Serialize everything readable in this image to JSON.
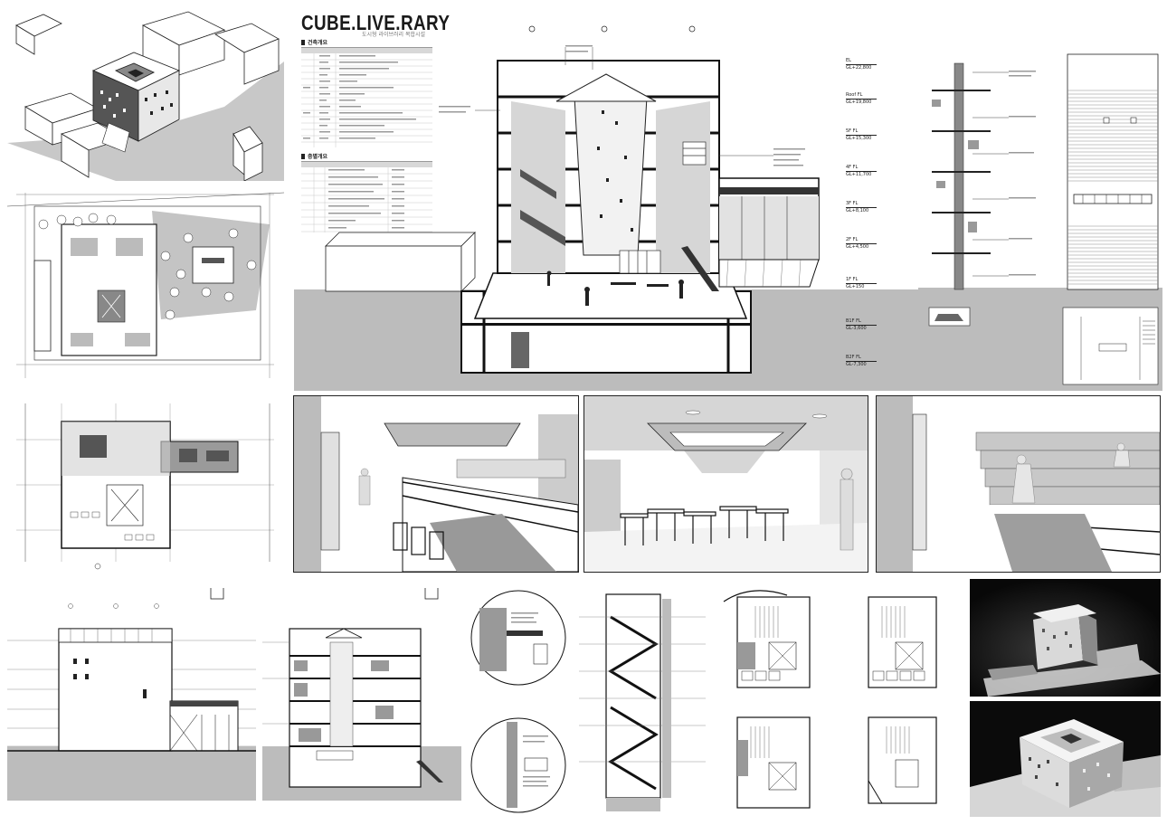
{
  "project": {
    "title": "CUBE.LIVE.RARY",
    "subtitle": "도시형 라이브러리 복합시설"
  },
  "info": {
    "section1": "건축개요",
    "section2": "층별개요"
  },
  "levels": [
    {
      "label": "EL",
      "value": "GL+22,800"
    },
    {
      "label": "Roof FL",
      "value": "GL+19,800"
    },
    {
      "label": "5F FL",
      "value": "GL+15,300"
    },
    {
      "label": "4F FL",
      "value": "GL+11,700"
    },
    {
      "label": "3F FL",
      "value": "GL+8,100"
    },
    {
      "label": "2F FL",
      "value": "GL+4,500"
    },
    {
      "label": "1F FL",
      "value": "GL+150"
    },
    {
      "label": "B1F FL",
      "value": "GL-3,600"
    },
    {
      "label": "B2F FL",
      "value": "GL-7,300"
    }
  ],
  "colors": {
    "paper": "#ffffff",
    "ink": "#111111",
    "grey_fill": "#bdbdbd",
    "dark_grey": "#8f8f8f",
    "photo_bg": "#0d0d0d"
  }
}
